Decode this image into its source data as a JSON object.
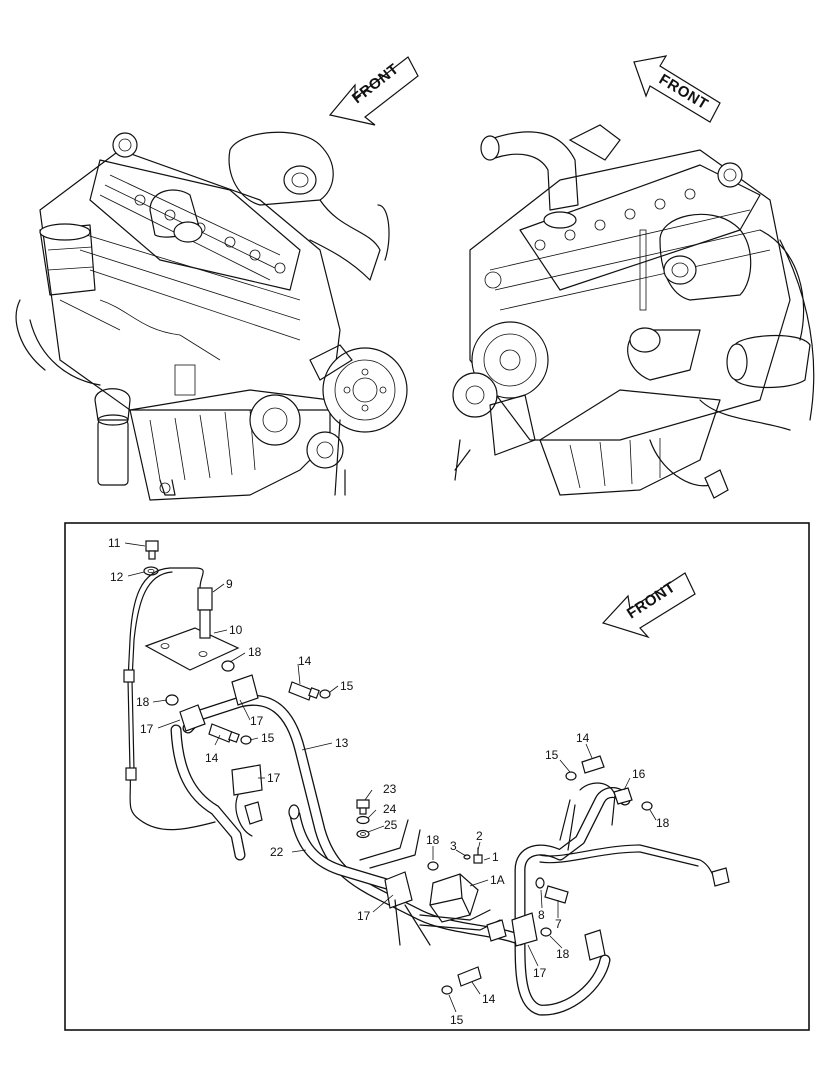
{
  "front_labels": {
    "left_engine": "FRONT",
    "right_engine": "FRONT",
    "detail": "FRONT"
  },
  "callouts": [
    {
      "id": "c11",
      "text": "11"
    },
    {
      "id": "c12",
      "text": "12"
    },
    {
      "id": "c9",
      "text": "9"
    },
    {
      "id": "c10",
      "text": "10"
    },
    {
      "id": "c18a",
      "text": "18"
    },
    {
      "id": "c14a",
      "text": "14"
    },
    {
      "id": "c15a",
      "text": "15"
    },
    {
      "id": "c18b",
      "text": "18"
    },
    {
      "id": "c17a",
      "text": "17"
    },
    {
      "id": "c17b",
      "text": "17"
    },
    {
      "id": "c15b",
      "text": "15"
    },
    {
      "id": "c14b",
      "text": "14"
    },
    {
      "id": "c13",
      "text": "13"
    },
    {
      "id": "c17c",
      "text": "17"
    },
    {
      "id": "c23",
      "text": "23"
    },
    {
      "id": "c24",
      "text": "24"
    },
    {
      "id": "c25",
      "text": "25"
    },
    {
      "id": "c22",
      "text": "22"
    },
    {
      "id": "c18c",
      "text": "18"
    },
    {
      "id": "c3",
      "text": "3"
    },
    {
      "id": "c2",
      "text": "2"
    },
    {
      "id": "c1",
      "text": "1"
    },
    {
      "id": "c1A",
      "text": "1A"
    },
    {
      "id": "c17d",
      "text": "17"
    },
    {
      "id": "c14c",
      "text": "14"
    },
    {
      "id": "c15c",
      "text": "15"
    },
    {
      "id": "c16",
      "text": "16"
    },
    {
      "id": "c18d",
      "text": "18"
    },
    {
      "id": "c8",
      "text": "8"
    },
    {
      "id": "c7",
      "text": "7"
    },
    {
      "id": "c18e",
      "text": "18"
    },
    {
      "id": "c17e",
      "text": "17"
    },
    {
      "id": "c14d",
      "text": "14"
    },
    {
      "id": "c15d",
      "text": "15"
    }
  ]
}
